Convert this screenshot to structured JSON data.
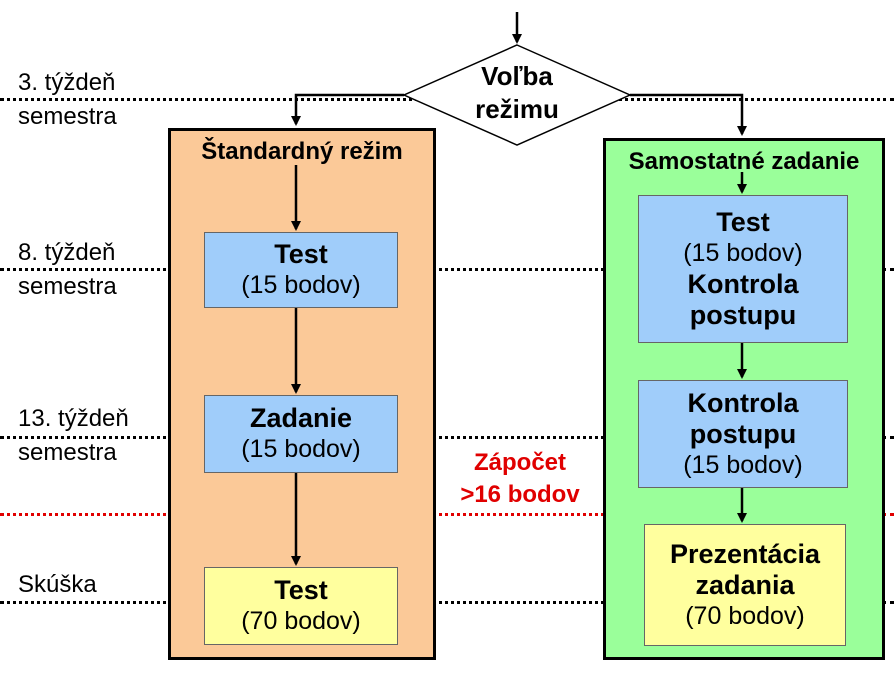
{
  "weeks": [
    {
      "line1": "3. týždeň",
      "line2": "semestra"
    },
    {
      "line1": "8. týždeň",
      "line2": "semestra"
    },
    {
      "line1": "13. týždeň",
      "line2": "semestra"
    },
    {
      "line1": "Skúška"
    }
  ],
  "decision": {
    "line1": "Voľba",
    "line2": "režimu"
  },
  "credit": {
    "line1": "Zápočet",
    "line2": ">16  bodov"
  },
  "standard": {
    "title": "Štandardný režim",
    "steps": [
      {
        "title": "Test",
        "points": "(15 bodov)"
      },
      {
        "title": "Zadanie",
        "points": "(15 bodov)"
      },
      {
        "title": "Test",
        "points": "(70 bodov)"
      }
    ]
  },
  "independent": {
    "title": "Samostatné zadanie",
    "step1": {
      "title": "Test",
      "points": "(15 bodov)",
      "title2": "Kontrola",
      "title3": "postupu"
    },
    "step2": {
      "title": "Kontrola",
      "title2": "postupu",
      "points": "(15 bodov)"
    },
    "step3": {
      "title": "Prezentácia",
      "title2": "zadania",
      "points": "(70 bodov)"
    }
  },
  "colors": {
    "standard_panel": "#fbc998",
    "independent_panel": "#9aff9a",
    "step_box": "#a0cdfa",
    "final_box": "#ffff9e",
    "credit_text": "#e00000"
  }
}
